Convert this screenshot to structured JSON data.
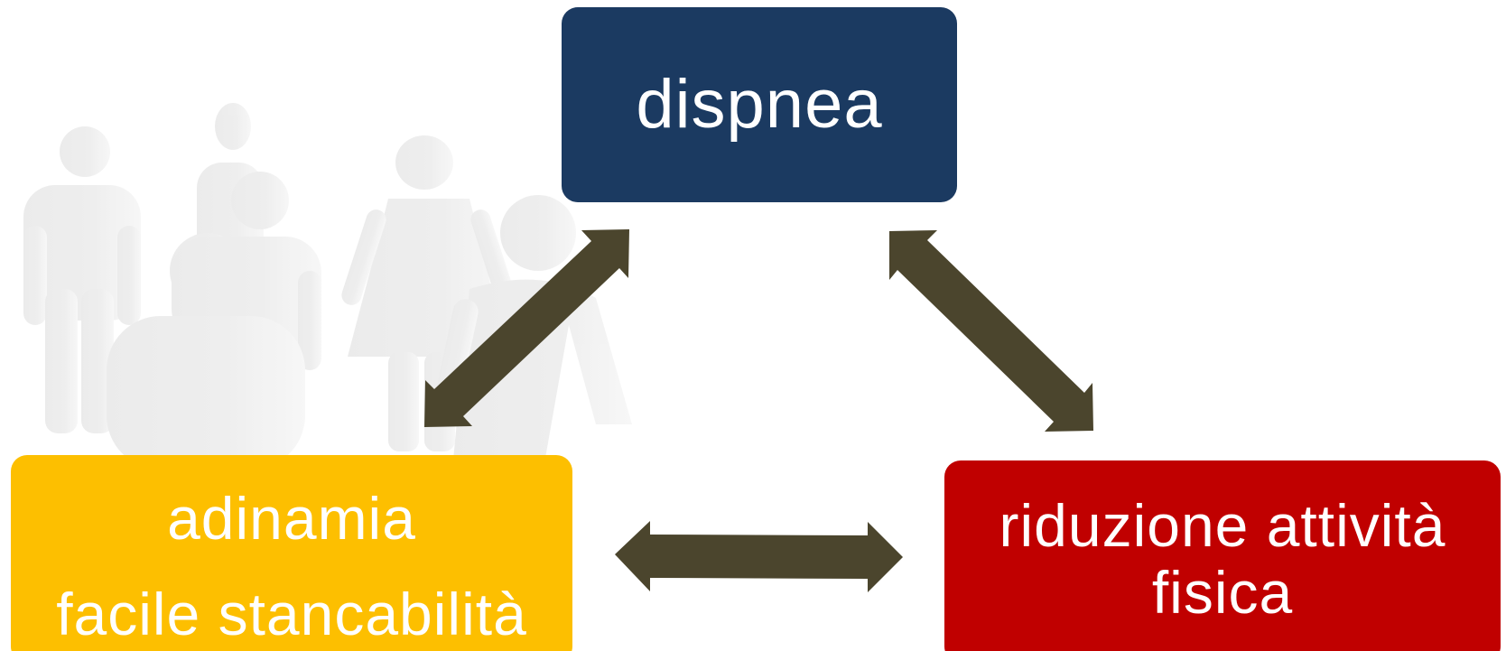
{
  "diagram": {
    "nodes": {
      "top": {
        "label": "dispnea",
        "color": "#1b3a61"
      },
      "left": {
        "line1": "adinamia",
        "line2": "facile stancabilità",
        "color": "#fdbf00"
      },
      "right": {
        "line1": "riduzione attività",
        "line2": "fisica",
        "color": "#c00000"
      }
    },
    "connections": [
      {
        "from": "top",
        "to": "left",
        "type": "bidirectional"
      },
      {
        "from": "top",
        "to": "right",
        "type": "bidirectional"
      },
      {
        "from": "left",
        "to": "right",
        "type": "bidirectional"
      }
    ],
    "arrow_color": "#4b452d",
    "background": {
      "icon": "people-group-icon",
      "color": "#d9d9d9"
    }
  }
}
